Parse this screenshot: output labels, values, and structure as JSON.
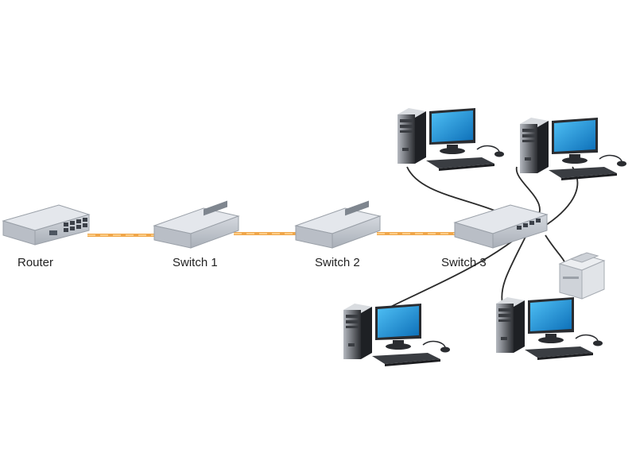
{
  "nodes": {
    "router": {
      "label": "Router"
    },
    "switch1": {
      "label": "Switch 1"
    },
    "switch2": {
      "label": "Switch 2"
    },
    "switch3": {
      "label": "Switch 3"
    }
  },
  "colors": {
    "background": "#ffffff",
    "device_body": "#c9ced6",
    "device_top": "#e3e6eb",
    "uplink_cable": "#f0a64a",
    "lan_cable": "#2b2b2b",
    "monitor_screen": "#1a8fd6"
  },
  "icons": [
    "router-icon",
    "switch-icon",
    "desktop-computer-icon",
    "printer-icon"
  ]
}
